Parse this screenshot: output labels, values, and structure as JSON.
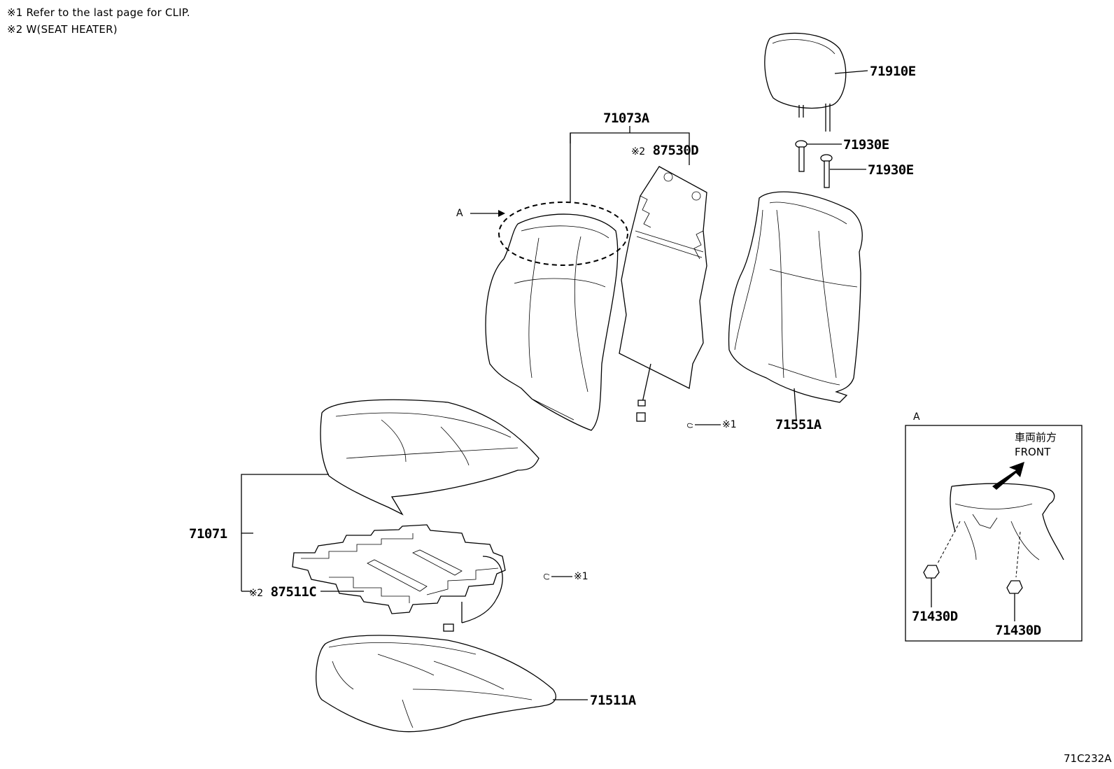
{
  "notes": {
    "note1": "※1 Refer to the last page for CLIP.",
    "note2": "※2 W(SEAT HEATER)"
  },
  "parts": {
    "headrest": "71910E",
    "support_1": "71930E",
    "support_2": "71930E",
    "back_cover": "71073A",
    "back_heater": "87530D",
    "back_pad": "71551A",
    "cushion_cover": "71071",
    "cushion_heater": "87511C",
    "cushion_pad": "71511A",
    "screw_1": "71430D",
    "screw_2": "71430D"
  },
  "markers": {
    "heater_ref_back": "※2",
    "heater_ref_cushion": "※2",
    "clip_ref_1": "※1",
    "clip_ref_2": "※1",
    "view_a_arrow": "A",
    "view_a_box": "A"
  },
  "inset": {
    "front_jp": "車両前方",
    "front_en": "FRONT"
  },
  "figure_code": "71C232A"
}
